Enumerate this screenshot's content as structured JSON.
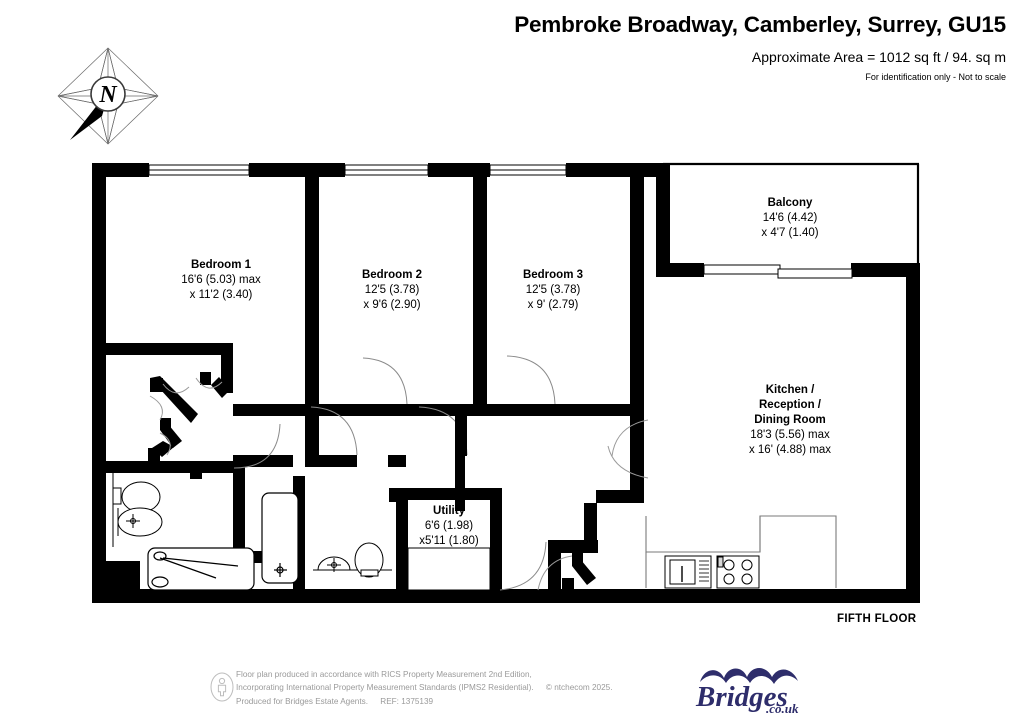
{
  "header": {
    "title": "Pembroke Broadway, Camberley, Surrey, GU15",
    "area": "Approximate Area = 1012 sq ft / 94. sq m",
    "identification": "For identification only - Not to scale"
  },
  "compass": {
    "label": "N",
    "name": "north-arrow"
  },
  "plan": {
    "floor_label": "FIFTH FLOOR",
    "rooms": [
      {
        "id": "bedroom-1",
        "name": "Bedroom 1",
        "dim1": "16'6 (5.03) max",
        "dim2": "x 11'2 (3.40)"
      },
      {
        "id": "bedroom-2",
        "name": "Bedroom 2",
        "dim1": "12'5 (3.78)",
        "dim2": "x 9'6 (2.90)"
      },
      {
        "id": "bedroom-3",
        "name": "Bedroom 3",
        "dim1": "12'5 (3.78)",
        "dim2": "x 9' (2.79)"
      },
      {
        "id": "balcony",
        "name": "Balcony",
        "dim1": "14'6 (4.42)",
        "dim2": "x 4'7 (1.40)"
      },
      {
        "id": "kitchen",
        "name": "Kitchen /",
        "name2": "Reception /",
        "name3": "Dining  Room",
        "dim1": "18'3 (5.56) max",
        "dim2": "x 16' (4.88) max"
      },
      {
        "id": "utility",
        "name": "Utility",
        "dim1": "6'6 (1.98)",
        "dim2": "x5'11 (1.80)"
      }
    ],
    "fixtures": [
      "bath",
      "shower-tray",
      "wc",
      "wash-basin",
      "kitchen-sink",
      "hob",
      "worktop"
    ],
    "colors": {
      "wall": "#000000",
      "interior": "#ffffff",
      "thin_line": "#000000"
    }
  },
  "footer": {
    "line1": "Floor plan produced in accordance with RICS Property Measurement 2nd Edition,",
    "line2": "Incorporating International Property Measurement Standards (IPMS2 Residential).",
    "copyright": "© ntchecom 2025.",
    "line3": "Produced for Bridges Estate Agents.",
    "ref": "REF: 1375139"
  },
  "brand": {
    "name": "Bridges",
    "suffix": ".co.uk",
    "color": "#2e2d6b"
  }
}
